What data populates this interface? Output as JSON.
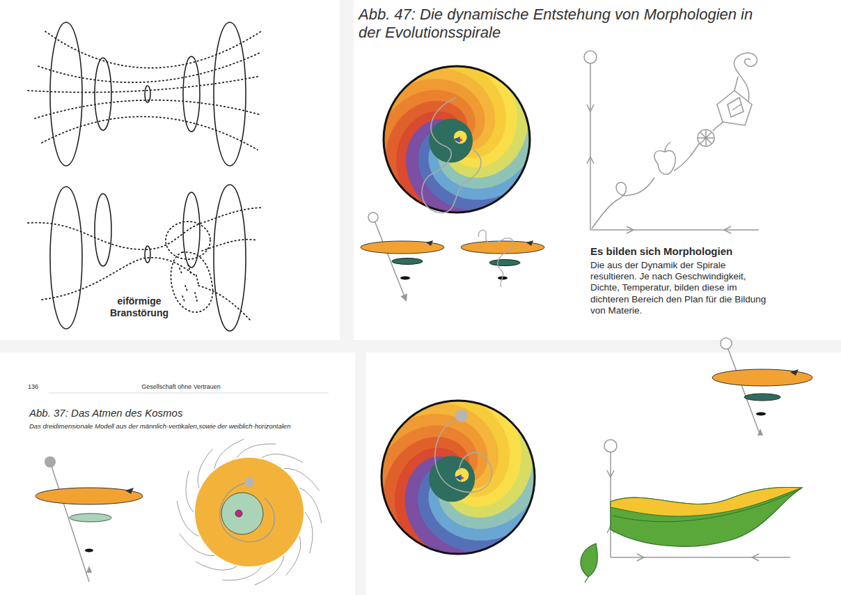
{
  "diagram": {
    "title": "Abb. 47: Die dynamische Entstehung von Morphologien in der Evolutionsspirale",
    "labels": [
      "eiförmige Branstörung",
      "Es bilden sich Morphologien",
      "Die aus der Dynamik der Spirale resultieren. Je nach Geschwindigkeit, Dichte, Temperatur, bilden diese im dichteren Bereich den Plan für die Bildung von Materie.",
      "136",
      "Gesellschaft ohne Vertrauen",
      "Abb. 37: Das Atmen des Kosmos",
      "Das dreidimensionale Modell aus der männlich-vertikalen,sowie der weiblich-horizontalen"
    ]
  }
}
